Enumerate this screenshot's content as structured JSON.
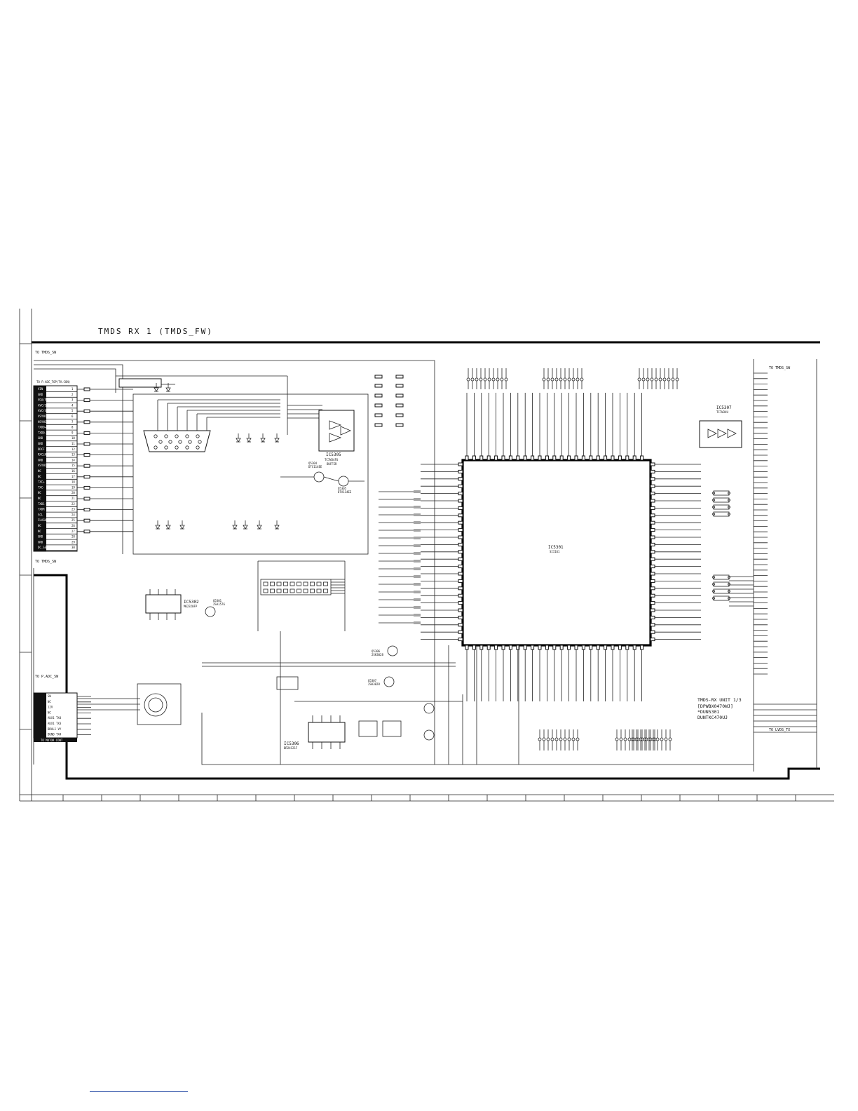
{
  "page": {
    "title": "TMDS RX 1 (TMDS_FW)"
  },
  "ics": {
    "main": {
      "ref": "IC5301",
      "part": "SII161"
    },
    "buffer": {
      "ref": "IC5305",
      "part": "TC7W34FU",
      "role": "BUFFER"
    },
    "ic5307": {
      "ref": "IC5307",
      "part": "TC7W34U"
    },
    "ic5302": {
      "ref": "IC5302",
      "part": "M62320FP"
    },
    "ic5306": {
      "ref": "IC5306",
      "part": "BR24C21F"
    }
  },
  "transistors": [
    {
      "ref": "Q5304",
      "part": "DTC114EE"
    },
    {
      "ref": "Q5305",
      "part": "DTA114EE"
    },
    {
      "ref": "Q5301",
      "part": "2SA1576"
    },
    {
      "ref": "Q5306",
      "part": "2SK3028"
    },
    {
      "ref": "Q5307",
      "part": "2SK3028"
    }
  ],
  "connectors": {
    "top_left_ref": "TO TMDS_SW",
    "left_mid_ref": "TO TMDS_SW",
    "left_bottom_ref": "TO P.ADC_SW",
    "right_ref": "TO TMDS_SW",
    "right_bottom_ref": "TO LVDS_TX",
    "pin_header_title": "TO P.ADC_TOP(TV.CON)",
    "left_pins": [
      {
        "n": "1",
        "sig": "VIN"
      },
      {
        "n": "2",
        "sig": "GND"
      },
      {
        "n": "3",
        "sig": "VGA/PCMD"
      },
      {
        "n": "4",
        "sig": "AVC/SCL"
      },
      {
        "n": "5",
        "sig": "AVC/SDA"
      },
      {
        "n": "6",
        "sig": "VSYNC"
      },
      {
        "n": "7",
        "sig": "HSYNC"
      },
      {
        "n": "8",
        "sig": "TXD0+"
      },
      {
        "n": "9",
        "sig": "TXD0-"
      },
      {
        "n": "10",
        "sig": "GND"
      },
      {
        "n": "11",
        "sig": "GND"
      },
      {
        "n": "12",
        "sig": "DDCF"
      },
      {
        "n": "13",
        "sig": "RXCLK"
      },
      {
        "n": "14",
        "sig": "GND"
      },
      {
        "n": "15",
        "sig": "VSYNC"
      },
      {
        "n": "16",
        "sig": "NC"
      },
      {
        "n": "17",
        "sig": "NC"
      },
      {
        "n": "18",
        "sig": "TXC+"
      },
      {
        "n": "19",
        "sig": "TXC-"
      },
      {
        "n": "20",
        "sig": "NC"
      },
      {
        "n": "21",
        "sig": "NC"
      },
      {
        "n": "22",
        "sig": "TXD1-RST"
      },
      {
        "n": "23",
        "sig": "TXDR"
      },
      {
        "n": "24",
        "sig": "SCL"
      },
      {
        "n": "25",
        "sig": "FLASH"
      },
      {
        "n": "26",
        "sig": "NC"
      },
      {
        "n": "27",
        "sig": "NC"
      },
      {
        "n": "28",
        "sig": "GND"
      },
      {
        "n": "29",
        "sig": "GND"
      },
      {
        "n": "30",
        "sig": "DC_SENS"
      }
    ],
    "bottom_left_pins": [
      {
        "n": "1",
        "sig": "SW"
      },
      {
        "n": "2",
        "sig": "NC"
      },
      {
        "n": "3",
        "sig": "12V"
      },
      {
        "n": "4",
        "sig": "NC"
      },
      {
        "n": "5",
        "sig": "AUX1 TX4"
      },
      {
        "n": "6",
        "sig": "AUX1 TX3"
      },
      {
        "n": "7",
        "sig": "BRAL1 VY"
      },
      {
        "n": "8",
        "sig": "BUND TX4"
      }
    ],
    "bottom_left_footer": "TO MOTOR CONT"
  },
  "unit_block": {
    "line1": "TMDS-RX UNIT 1/3",
    "line2": "[DPWBX0470WJ]",
    "line3": "*DUN5301",
    "line4": "DUNTKC470UJ"
  }
}
